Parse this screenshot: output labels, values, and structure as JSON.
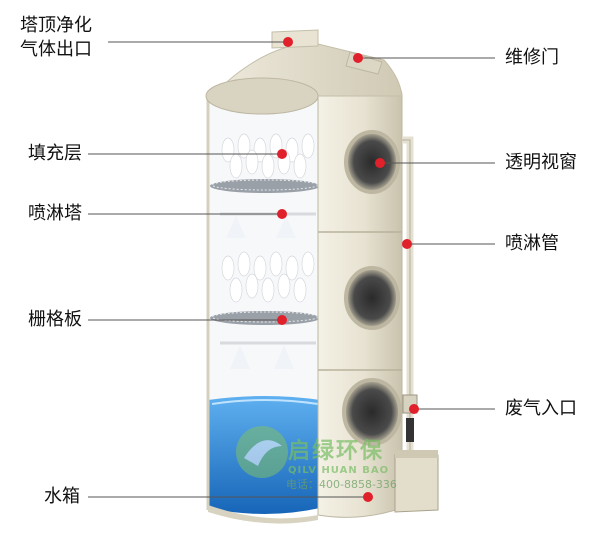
{
  "labels": {
    "top_outlet_line1": "塔顶净化",
    "top_outlet_line2": "气体出口",
    "maintenance_door": "维修门",
    "packing_layer": "填充层",
    "spray_tower": "喷淋塔",
    "grid_plate": "栅格板",
    "water_tank": "水箱",
    "sight_window": "透明视窗",
    "spray_pipe": "喷淋管",
    "waste_gas_inlet": "废气入口"
  },
  "watermark": {
    "brand_cn": "启绿环保",
    "brand_en": "QILV HUAN BAO",
    "phone": "电话：400-8858-336"
  },
  "colors": {
    "marker": "#e0202a",
    "shell": "#e9e4d3",
    "water": "#2f86d6",
    "leader": "#555555"
  }
}
